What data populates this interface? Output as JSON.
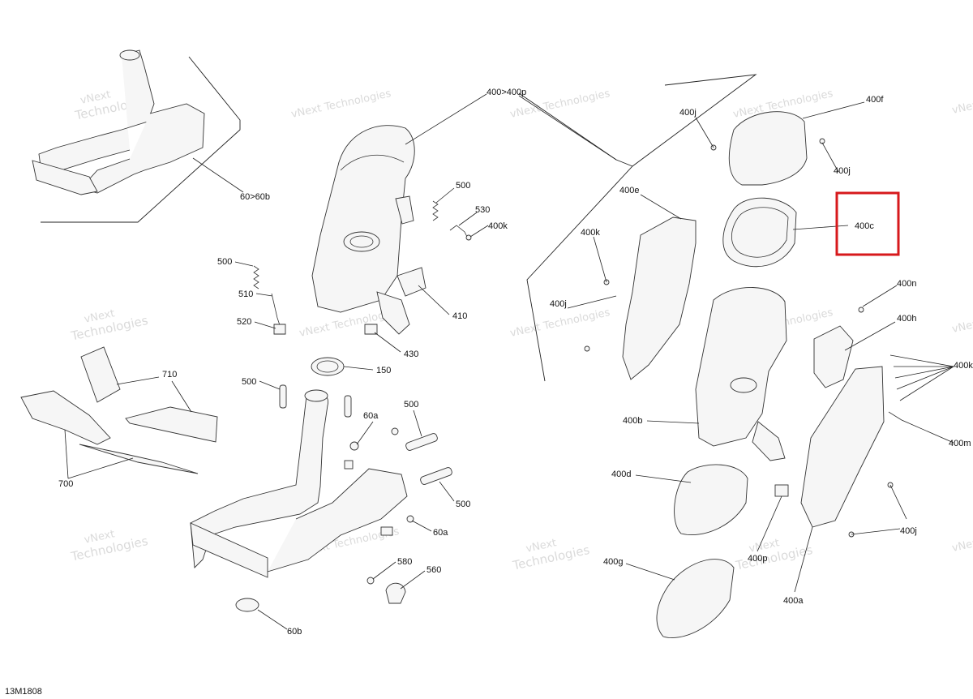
{
  "diagram_code": "13M1808",
  "watermark": {
    "line1": "vNext",
    "line2": "Technologies",
    "full": "vNext Technologies"
  },
  "highlight": {
    "label": "400c",
    "color": "#d7191c"
  },
  "callouts": {
    "c_60_60b": "60>60b",
    "c_400_400p": "400>400p",
    "c_400f": "400f",
    "c_400j_top": "400j",
    "c_400j_right": "400j",
    "c_400e": "400e",
    "c_400k_left": "400k",
    "c_400j_mid": "400j",
    "c_400n": "400n",
    "c_400h": "400h",
    "c_400k_right": "400k",
    "c_400m": "400m",
    "c_400b": "400b",
    "c_400d": "400d",
    "c_400j_bottom": "400j",
    "c_400p": "400p",
    "c_400g": "400g",
    "c_400a": "400a",
    "c_500_top": "500",
    "c_530": "530",
    "c_400k_mid": "400k",
    "c_500_left": "500",
    "c_510": "510",
    "c_520": "520",
    "c_410": "410",
    "c_430": "430",
    "c_150": "150",
    "c_500_mid": "500",
    "c_500_r1": "500",
    "c_500_r2": "500",
    "c_60a_top": "60a",
    "c_60a_bottom": "60a",
    "c_710": "710",
    "c_700": "700",
    "c_580": "580",
    "c_560": "560",
    "c_60b": "60b"
  }
}
